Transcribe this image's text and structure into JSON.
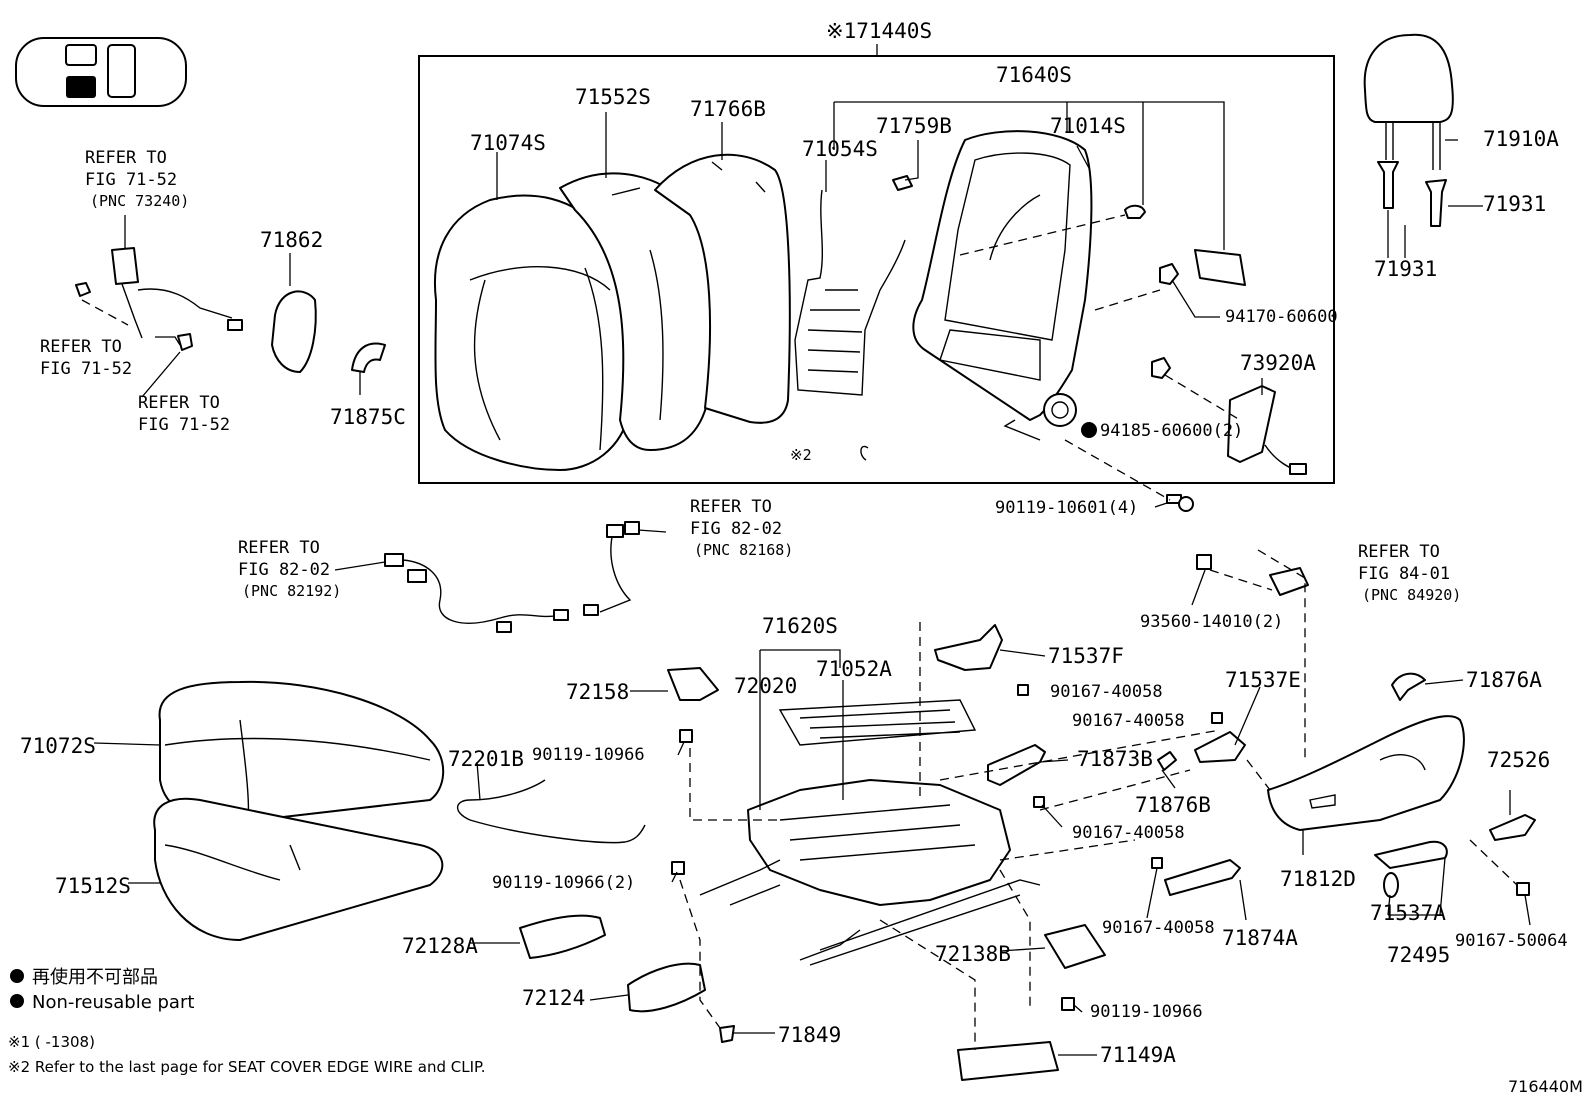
{
  "diagram_code": "716440M",
  "labels": {
    "p71440S": "※171440S",
    "p71640S": "71640S",
    "p71552S": "71552S",
    "p71766B": "71766B",
    "p71074S": "71074S",
    "p71759B": "71759B",
    "p71014S": "71014S",
    "p71054S": "71054S",
    "p71910A": "71910A",
    "p71931a": "71931",
    "p71931b": "71931",
    "p71862": "71862",
    "p71875C": "71875C",
    "p94170": "94170-60600",
    "p73920A": "73920A",
    "p94185": "94185-60600(2)",
    "p90119_10601": "90119-10601(4)",
    "note2": "※2",
    "p71620S": "71620S",
    "p72020": "72020",
    "p71052A": "71052A",
    "p72158": "72158",
    "p71537F": "71537F",
    "p90167_a": "90167-40058",
    "p90167_b": "90167-40058",
    "p71537E": "71537E",
    "p71876A": "71876A",
    "p93560": "93560-14010(2)",
    "p71072S": "71072S",
    "p72201B": "72201B",
    "p90119_a": "90119-10966",
    "p71873B": "71873B",
    "p71876B": "71876B",
    "p72526": "72526",
    "p90167_c": "90167-40058",
    "p71512S": "71512S",
    "p90119_b": "90119-10966(2)",
    "p71812D": "71812D",
    "p90167_d": "90167-40058",
    "p71537A": "71537A",
    "p90167_50064": "90167-50064",
    "p72128A": "72128A",
    "p72138B": "72138B",
    "p71874A": "71874A",
    "p72495": "72495",
    "p72124": "72124",
    "p90119_c": "90119-10966",
    "p71849": "71849",
    "p71149A": "71149A"
  },
  "refs": {
    "r1": [
      "REFER TO",
      "FIG 71-52",
      "(PNC 73240)"
    ],
    "r2": [
      "REFER TO",
      "FIG 71-52"
    ],
    "r3": [
      "REFER TO",
      "FIG 71-52"
    ],
    "r4": [
      "REFER TO",
      "FIG 82-02",
      "(PNC 82168)"
    ],
    "r5": [
      "REFER TO",
      "FIG 82-02",
      "(PNC 82192)"
    ],
    "r6": [
      "REFER TO",
      "FIG 84-01",
      "(PNC 84920)"
    ]
  },
  "legend": {
    "jp": "再使用不可部品",
    "en": "Non-reusable part",
    "note1": "※1 (      -1308)",
    "note2": "※2  Refer to the last page for SEAT COVER EDGE WIRE and CLIP."
  }
}
